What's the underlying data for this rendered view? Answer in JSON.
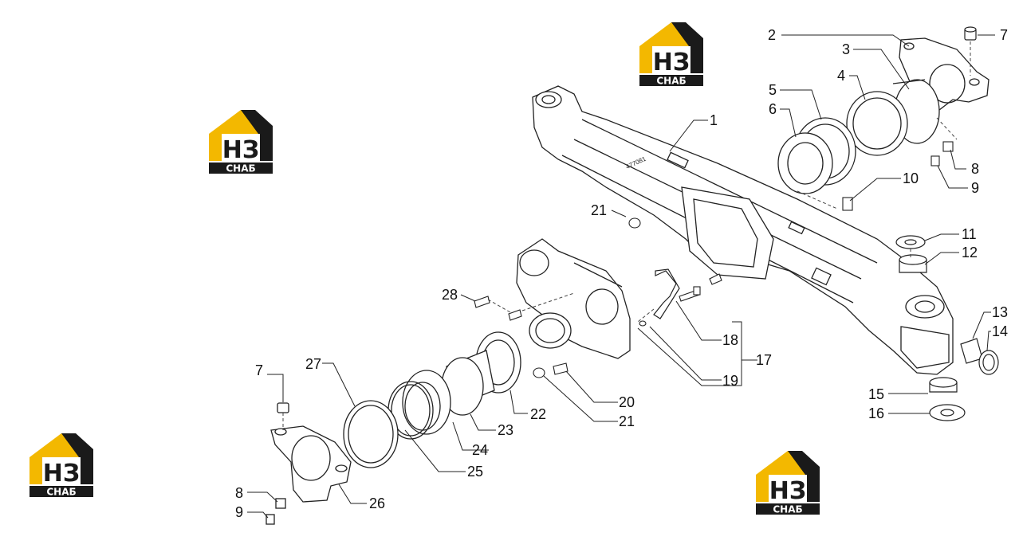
{
  "brand": {
    "logo_top": "НЗ",
    "logo_bottom": "СНАБ",
    "accent_color": "#F3B800",
    "dark_color": "#1a1a1a"
  },
  "callouts": {
    "c1": "1",
    "c2": "2",
    "c3": "3",
    "c4": "4",
    "c5": "5",
    "c6": "6",
    "c7a": "7",
    "c7b": "7",
    "c8a": "8",
    "c8b": "8",
    "c9a": "9",
    "c9b": "9",
    "c10": "10",
    "c11": "11",
    "c12": "12",
    "c13": "13",
    "c14": "14",
    "c15": "15",
    "c16": "16",
    "c17": "17",
    "c18": "18",
    "c19": "19",
    "c20": "20",
    "c21a": "21",
    "c21b": "21",
    "c22": "22",
    "c23": "23",
    "c24": "24",
    "c25": "25",
    "c26": "26",
    "c27": "27",
    "c28": "28"
  },
  "casting_marking": "477081"
}
